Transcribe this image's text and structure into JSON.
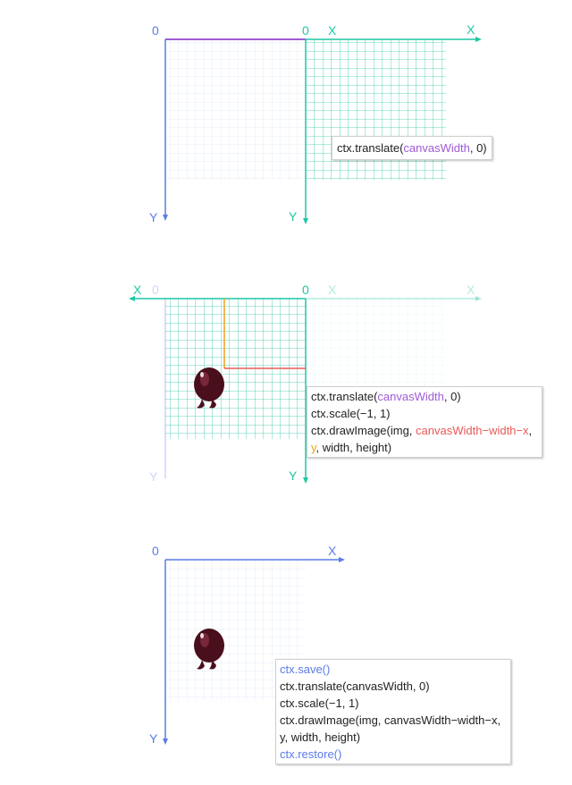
{
  "colors": {
    "teal": "#1ec7a4",
    "blue": "#5b7be8",
    "purple": "#a05ad6",
    "red": "#e85a5a",
    "orange": "#f0a020",
    "grid_light": "#e4eef8",
    "grid_teal": "#35c9a6",
    "character": "#4a0f1c"
  },
  "panel1": {
    "origin_label": "0",
    "y_label": "Y",
    "translated_origin_label": "0",
    "translated_x_label_start": "X",
    "translated_x_label_end": "X",
    "translated_y_label": "Y",
    "code": {
      "prefix": "ctx.translate(",
      "arg": "canvasWidth",
      "suffix": ", 0)"
    }
  },
  "panel2": {
    "flipped_x_label": "X",
    "faded_origin_label": "0",
    "origin_label": "0",
    "faded_x_label_start": "X",
    "faded_x_label_end": "X",
    "faded_y_label": "Y",
    "y_label": "Y",
    "code": {
      "line1_prefix": "ctx.translate(",
      "line1_arg": "canvasWidth",
      "line1_suffix": ", 0)",
      "line2": "ctx.scale(−1, 1)",
      "line3_prefix": "ctx.drawImage(img, ",
      "line3_highlight": "canvasWidth−width−x",
      "line3_suffix": ",",
      "line4_y": "y",
      "line4_rest": ", width, height)"
    }
  },
  "panel3": {
    "origin_label": "0",
    "x_label": "X",
    "y_label": "Y",
    "code": [
      "ctx.save()",
      "ctx.translate(canvasWidth, 0)",
      "ctx.scale(−1, 1)",
      "ctx.drawImage(img, canvasWidth−width−x,",
      "y, width, height)",
      "ctx.restore()"
    ]
  }
}
